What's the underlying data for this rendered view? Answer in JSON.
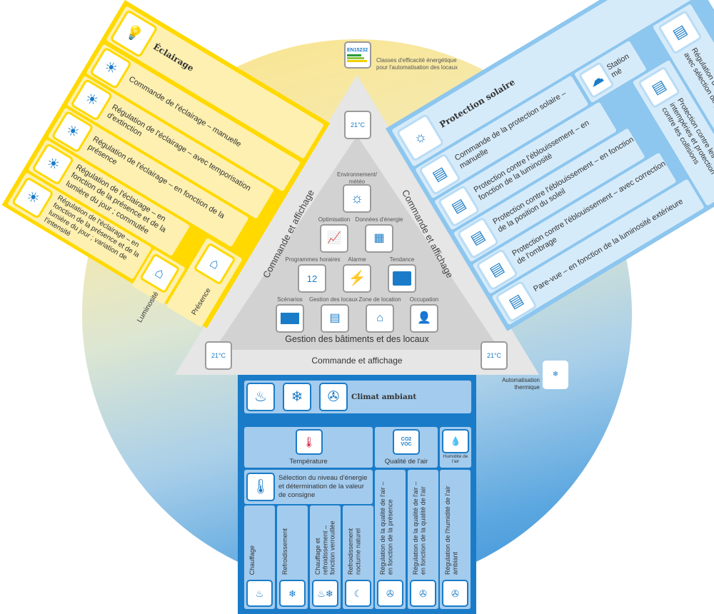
{
  "en15232": {
    "badge": "EN15232",
    "text_line1": "Classes d'efficacité énergétique",
    "text_line2": "pour l'automatisation des locaux"
  },
  "eclairage": {
    "title": "Éclairage",
    "items": [
      {
        "label": "Commande de l'éclairage – manuelle",
        "icon": "bulb-hand-icon"
      },
      {
        "label": "Régulation de l'éclairage – avec temporisation d'extinction",
        "icon": "bulb-timer-icon"
      },
      {
        "label": "Régulation de l'éclairage – en fonction de la présence",
        "icon": "bulb-presence-icon"
      },
      {
        "label": "Régulation de l'éclairage – en fonction de la présence et de la lumière du jour ; commutée",
        "icon": "bulb-daylight-icon"
      },
      {
        "label": "Régulation de l'éclairage – en fonction de la présence et de la lumière du jour ; variation de l'intensité",
        "icon": "bulb-dimming-icon"
      }
    ],
    "columns": [
      {
        "label": "Luminosité",
        "icon": "brightness-sensor-icon"
      },
      {
        "label": "Présence",
        "icon": "presence-sensor-icon"
      }
    ]
  },
  "protection": {
    "title": "Protection solaire",
    "items": [
      {
        "label": "Commande de la protection solaire – manuelle"
      },
      {
        "label": "Protection contre l'éblouissement – en fonction de la luminosité"
      },
      {
        "label": "Protection contre l'éblouissement – en fonction de la position du soleil"
      },
      {
        "label": "Protection contre l'éblouissement – avec correction de l'ombrage"
      },
      {
        "label": "Pare-vue – en fonction de la luminosité extérieure"
      }
    ],
    "columns": [
      {
        "label": "Station mé"
      },
      {
        "label": "Protection contre les intempéries et protection contre les collisions"
      },
      {
        "label": "Régulation de la protection solaire avec sélection de priorité"
      }
    ]
  },
  "pyramid": {
    "side_left": "Commande et affichage",
    "side_right": "Commande et affichage",
    "bottom": "Commande et affichage",
    "base_title": "Gestion des bâtiments et des locaux",
    "functions": [
      "Environnement/ météo",
      "Optimisation",
      "Données d'énergie",
      "Programmes horaires",
      "Alarme",
      "Tendance",
      "Scénarios",
      "Gestion des locaux",
      "Zone de location",
      "Occupation"
    ],
    "calendar_day": "12",
    "display_temp": "21°C"
  },
  "climat": {
    "title": "Climat ambiant",
    "groups": [
      "Température",
      "Qualité de l'air",
      "Humidité de l'air"
    ],
    "co2": "CO2",
    "voc": "VOC",
    "selection": "Sélection du niveau d'énergie et détermination de la valeur de consigne",
    "columns": [
      "Chauffage",
      "Refroidissement",
      "Chauffage et refroidissement – fonction verrouillée",
      "Refroidissement nocturne naturel",
      "Régulation de la qualité de l'air – en fonction de la présence",
      "Régulation de la qualité de l'air – en fonction de la qualité de l'air",
      "Régulation de l'humidité de l'air ambiant"
    ]
  },
  "thermal": {
    "label": "Automatisation thermique"
  }
}
